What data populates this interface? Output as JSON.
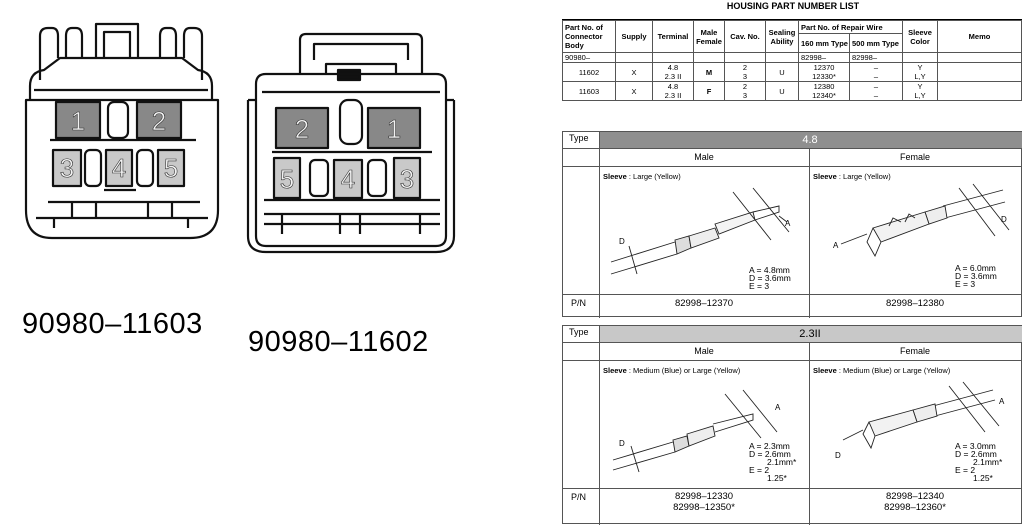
{
  "connector_left": {
    "part_number": "90980–11603",
    "cavities": [
      "1",
      "2",
      "3",
      "4",
      "5"
    ]
  },
  "connector_right": {
    "part_number": "90980–11602",
    "cavities": [
      "2",
      "1",
      "5",
      "4",
      "3"
    ]
  },
  "doc": {
    "title": "HOUSING PART NUMBER LIST",
    "headers": {
      "part_no_body": "Part No. of Connector Body",
      "supply": "Supply",
      "terminal": "Terminal",
      "male_female": "Male Female",
      "cav_no": "Cav. No.",
      "sealing": "Sealing Ability",
      "repair_wire": "Part No. of Repair Wire",
      "mm160": "160 mm Type",
      "mm500": "500 mm Type",
      "sleeve_color": "Sleeve Color",
      "memo": "Memo"
    },
    "prefix_row": {
      "body": "90980–",
      "mm160": "82998–",
      "mm500": "82998–"
    },
    "rows": [
      {
        "body": "11602",
        "supply": "X",
        "terminal_a": "4.8",
        "terminal_b": "2.3 II",
        "mf": "M",
        "cav_a": "2",
        "cav_b": "3",
        "seal": "U",
        "w160_a": "12370",
        "w160_b": "12330*",
        "w500_a": "–",
        "w500_b": "–",
        "color_a": "Y",
        "color_b": "L,Y"
      },
      {
        "body": "11603",
        "supply": "X",
        "terminal_a": "4.8",
        "terminal_b": "2.3 II",
        "mf": "F",
        "cav_a": "2",
        "cav_b": "3",
        "seal": "U",
        "w160_a": "12380",
        "w160_b": "12340*",
        "w500_a": "–",
        "w500_b": "–",
        "color_a": "Y",
        "color_b": "L,Y"
      }
    ],
    "type_label": "Type",
    "male_label": "Male",
    "female_label": "Female",
    "pn_label": "P/N",
    "sleeve_label": "Sleeve",
    "section1": {
      "type_value": "4.8",
      "male_sleeve": ": Large (Yellow)",
      "female_sleeve": ": Large (Yellow)",
      "male_dims": [
        "A = 4.8mm",
        "D = 3.6mm",
        "E = 3"
      ],
      "female_dims": [
        "A = 6.0mm",
        "D = 3.6mm",
        "E = 3"
      ],
      "male_pn": "82998–12370",
      "female_pn": "82998–12380",
      "callouts": [
        "A",
        "D"
      ]
    },
    "section2": {
      "type_value": "2.3II",
      "male_sleeve": ": Medium (Blue) or Large (Yellow)",
      "female_sleeve": ": Medium (Blue) or Large (Yellow)",
      "male_dims": [
        "A = 2.3mm",
        "D = 2.6mm",
        "2.1mm*",
        "E = 2",
        "1.25*"
      ],
      "female_dims": [
        "A = 3.0mm",
        "D = 2.6mm",
        "2.1mm*",
        "E = 2",
        "1.25*"
      ],
      "male_pn": [
        "82998–12330",
        "82998–12350*"
      ],
      "female_pn": [
        "82998–12340",
        "82998–12360*"
      ],
      "callouts": [
        "A",
        "D"
      ]
    }
  }
}
